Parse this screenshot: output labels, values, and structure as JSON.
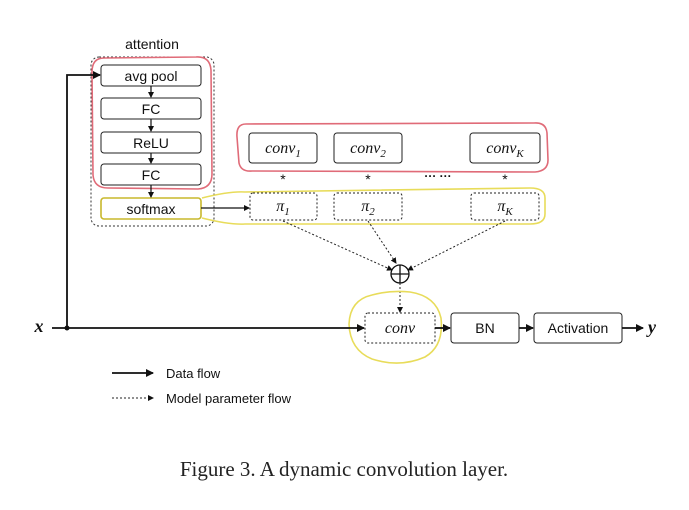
{
  "attention": {
    "title": "attention",
    "layers": [
      "avg pool",
      "FC",
      "ReLU",
      "FC",
      "softmax"
    ]
  },
  "kernels": {
    "conv_labels": [
      {
        "base": "conv",
        "sub": "1"
      },
      {
        "base": "conv",
        "sub": "2"
      },
      {
        "base": "conv",
        "sub": "K"
      }
    ],
    "pi_labels": [
      {
        "base": "π",
        "sub": "1"
      },
      {
        "base": "π",
        "sub": "2"
      },
      {
        "base": "π",
        "sub": "K"
      }
    ],
    "multiply_symbol": "*",
    "ellipsis": "··· ···"
  },
  "main_path": {
    "input_label": "x",
    "conv_label": "conv",
    "bn_label": "BN",
    "activation_label": "Activation",
    "output_label": "y"
  },
  "legend": {
    "data_flow": "Data flow",
    "param_flow": "Model parameter flow"
  },
  "caption": "Figure 3. A dynamic convolution layer.",
  "colors": {
    "highlight_red": "#e06b78",
    "highlight_yellow": "#e8dc5a",
    "line": "#111111"
  }
}
